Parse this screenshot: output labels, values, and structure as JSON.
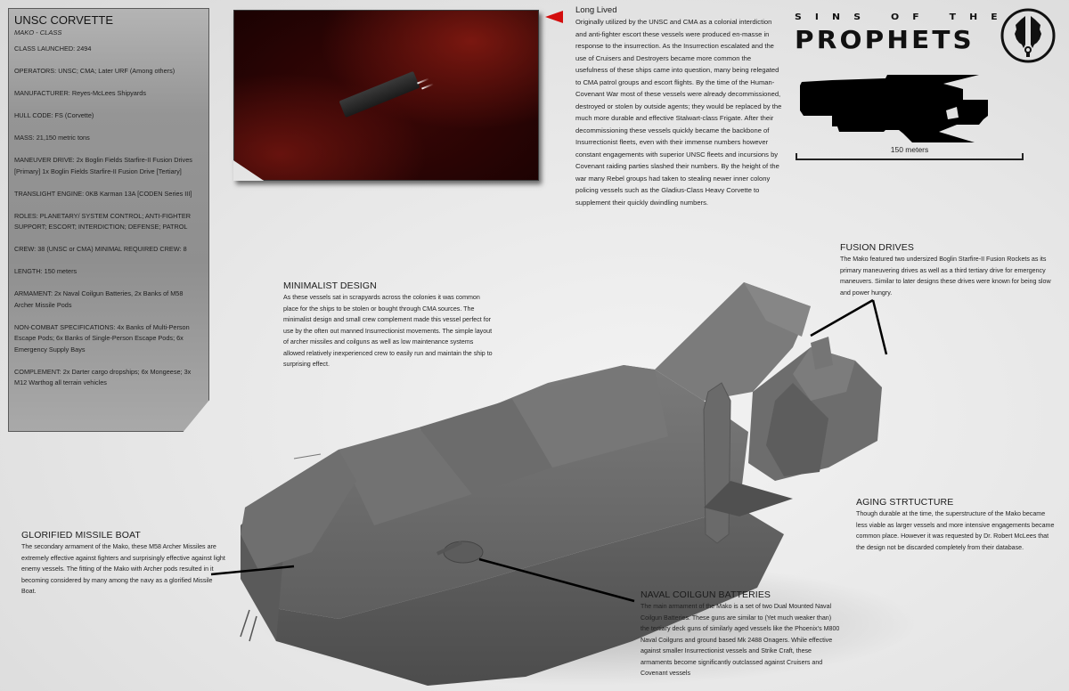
{
  "spec_panel": {
    "title": "UNSC CORVETTE",
    "subtitle": "MAKO - CLASS",
    "items": [
      "CLASS LAUNCHED: 2494",
      "OPERATORS: UNSC; CMA; Later URF (Among others)",
      "MANUFACTURER: Reyes-McLees Shipyards",
      "HULL CODE: FS (Corvette)",
      "MASS: 21,150 metric tons",
      "MANEUVER DRIVE: 2x Boglin Fields Starfire-II Fusion Drives [Primary] 1x Boglin Fields Starfire-II Fusion Drive [Tertiary]",
      "TRANSLIGHT ENGINE: 0KB Karman 13A [CODEN Series III]",
      "ROLES: PLANETARY/ SYSTEM CONTROL; ANTI-FIGHTER SUPPORT; ESCORT; INTERDICTION; DEFENSE; PATROL",
      "CREW: 38 (UNSC or CMA) MINIMAL REQUIRED CREW: 8",
      "LENGTH: 150 meters",
      "ARMAMENT: 2x Naval Coilgun Batteries, 2x Banks of M58 Archer Missile Pods",
      "NON-COMBAT SPECIFICATIONS: 4x Banks of Multi-Person Escape Pods; 6x Banks of Single-Person Escape Pods; 6x Emergency Supply Bays",
      "COMPLEMENT: 2x Darter cargo dropships; 6x Mongeese; 3x M12 Warthog all terrain vehicles"
    ]
  },
  "lore": {
    "title": "Long Lived",
    "body": "Originally utilized by the UNSC and CMA as a colonial interdiction and anti-fighter escort these vessels were produced en-masse in response to the insurrection. As the Insurrection escalated and the use of Cruisers and Destroyers became more common the usefulness of these ships came into question, many being relegated to CMA patrol groups and escort flights. By the time of the Human-Covenant War most of these vessels were already decommissioned, destroyed or stolen by outside agents; they would be replaced by the much more durable and effective Stalwart-class Frigate. After their decommissioning these vessels quickly became the backbone of Insurrectionist fleets, even with their immense numbers however constant engagements with superior UNSC fleets and incursions by Covenant raiding parties slashed their numbers. By the height of the war many Rebel groups had taken to stealing newer inner colony policing vessels such as the Gladius-Class Heavy Corvette to supplement their quickly dwindling numbers."
  },
  "logo": {
    "line1": "SINS OF THE",
    "line2": "PROPHETS",
    "emblem_icon": "prophets-emblem-icon"
  },
  "scale": {
    "label": "150 meters"
  },
  "callouts": {
    "minimalist": {
      "title": "MINIMALIST DESIGN",
      "body": "As these vessels sat in scrapyards across the colonies it was common place for the ships to be stolen or bought through CMA sources. The minimalist design and small crew complement made this vessel perfect for use by the often out manned Insurrectionist movements. The simple layout of archer missiles and coilguns as well as low maintenance systems allowed relatively inexperienced crew to easily run and maintain the ship to surprising effect."
    },
    "fusion": {
      "title": "FUSION DRIVES",
      "body": "The Mako featured two undersized Boglin Starfire-II Fusion Rockets as its primary maneuvering drives as well as a third tertiary drive for emergency maneuvers. Similar to later designs these drives were known for being slow and power hungry."
    },
    "aging": {
      "title": "AGING STRTUCTURE",
      "body": "Though durable at the time, the superstructure of the Mako became less viable as larger vessels and more intensive engagements became common place. However it was requested by Dr. Robert McLees that the design not be discarded completely from their database."
    },
    "missile": {
      "title": "GLORIFIED MISSILE BOAT",
      "body": "The secondary armament of the Mako, these M58 Archer Missiles are extremely effective against fighters and surprisingly effective against light enemy vessels. The fitting of the Mako with Archer pods resulted in it becoming considered by many among the navy as a glorified Missile Boat."
    },
    "coilgun": {
      "title": "NAVAL COILGUN BATTERIES",
      "body": "The main armament of the Mako is a set of two Dual Mounted Naval Coilgun Batteries. These guns are similar to (Yet much weaker than) the tertiary deck guns of similarly aged vessels like the Phoenix's M800 Naval Coilguns and ground based Mk 2488 Onagers. While effective against smaller Insurrectionist vessels and Strike Craft, these armaments become significantly outclassed against Cruisers and Covenant vessels"
    }
  },
  "colors": {
    "marker_red": "#d30d0d",
    "hull_gray": "#6e6e6e",
    "background": "#e4e4e4"
  }
}
